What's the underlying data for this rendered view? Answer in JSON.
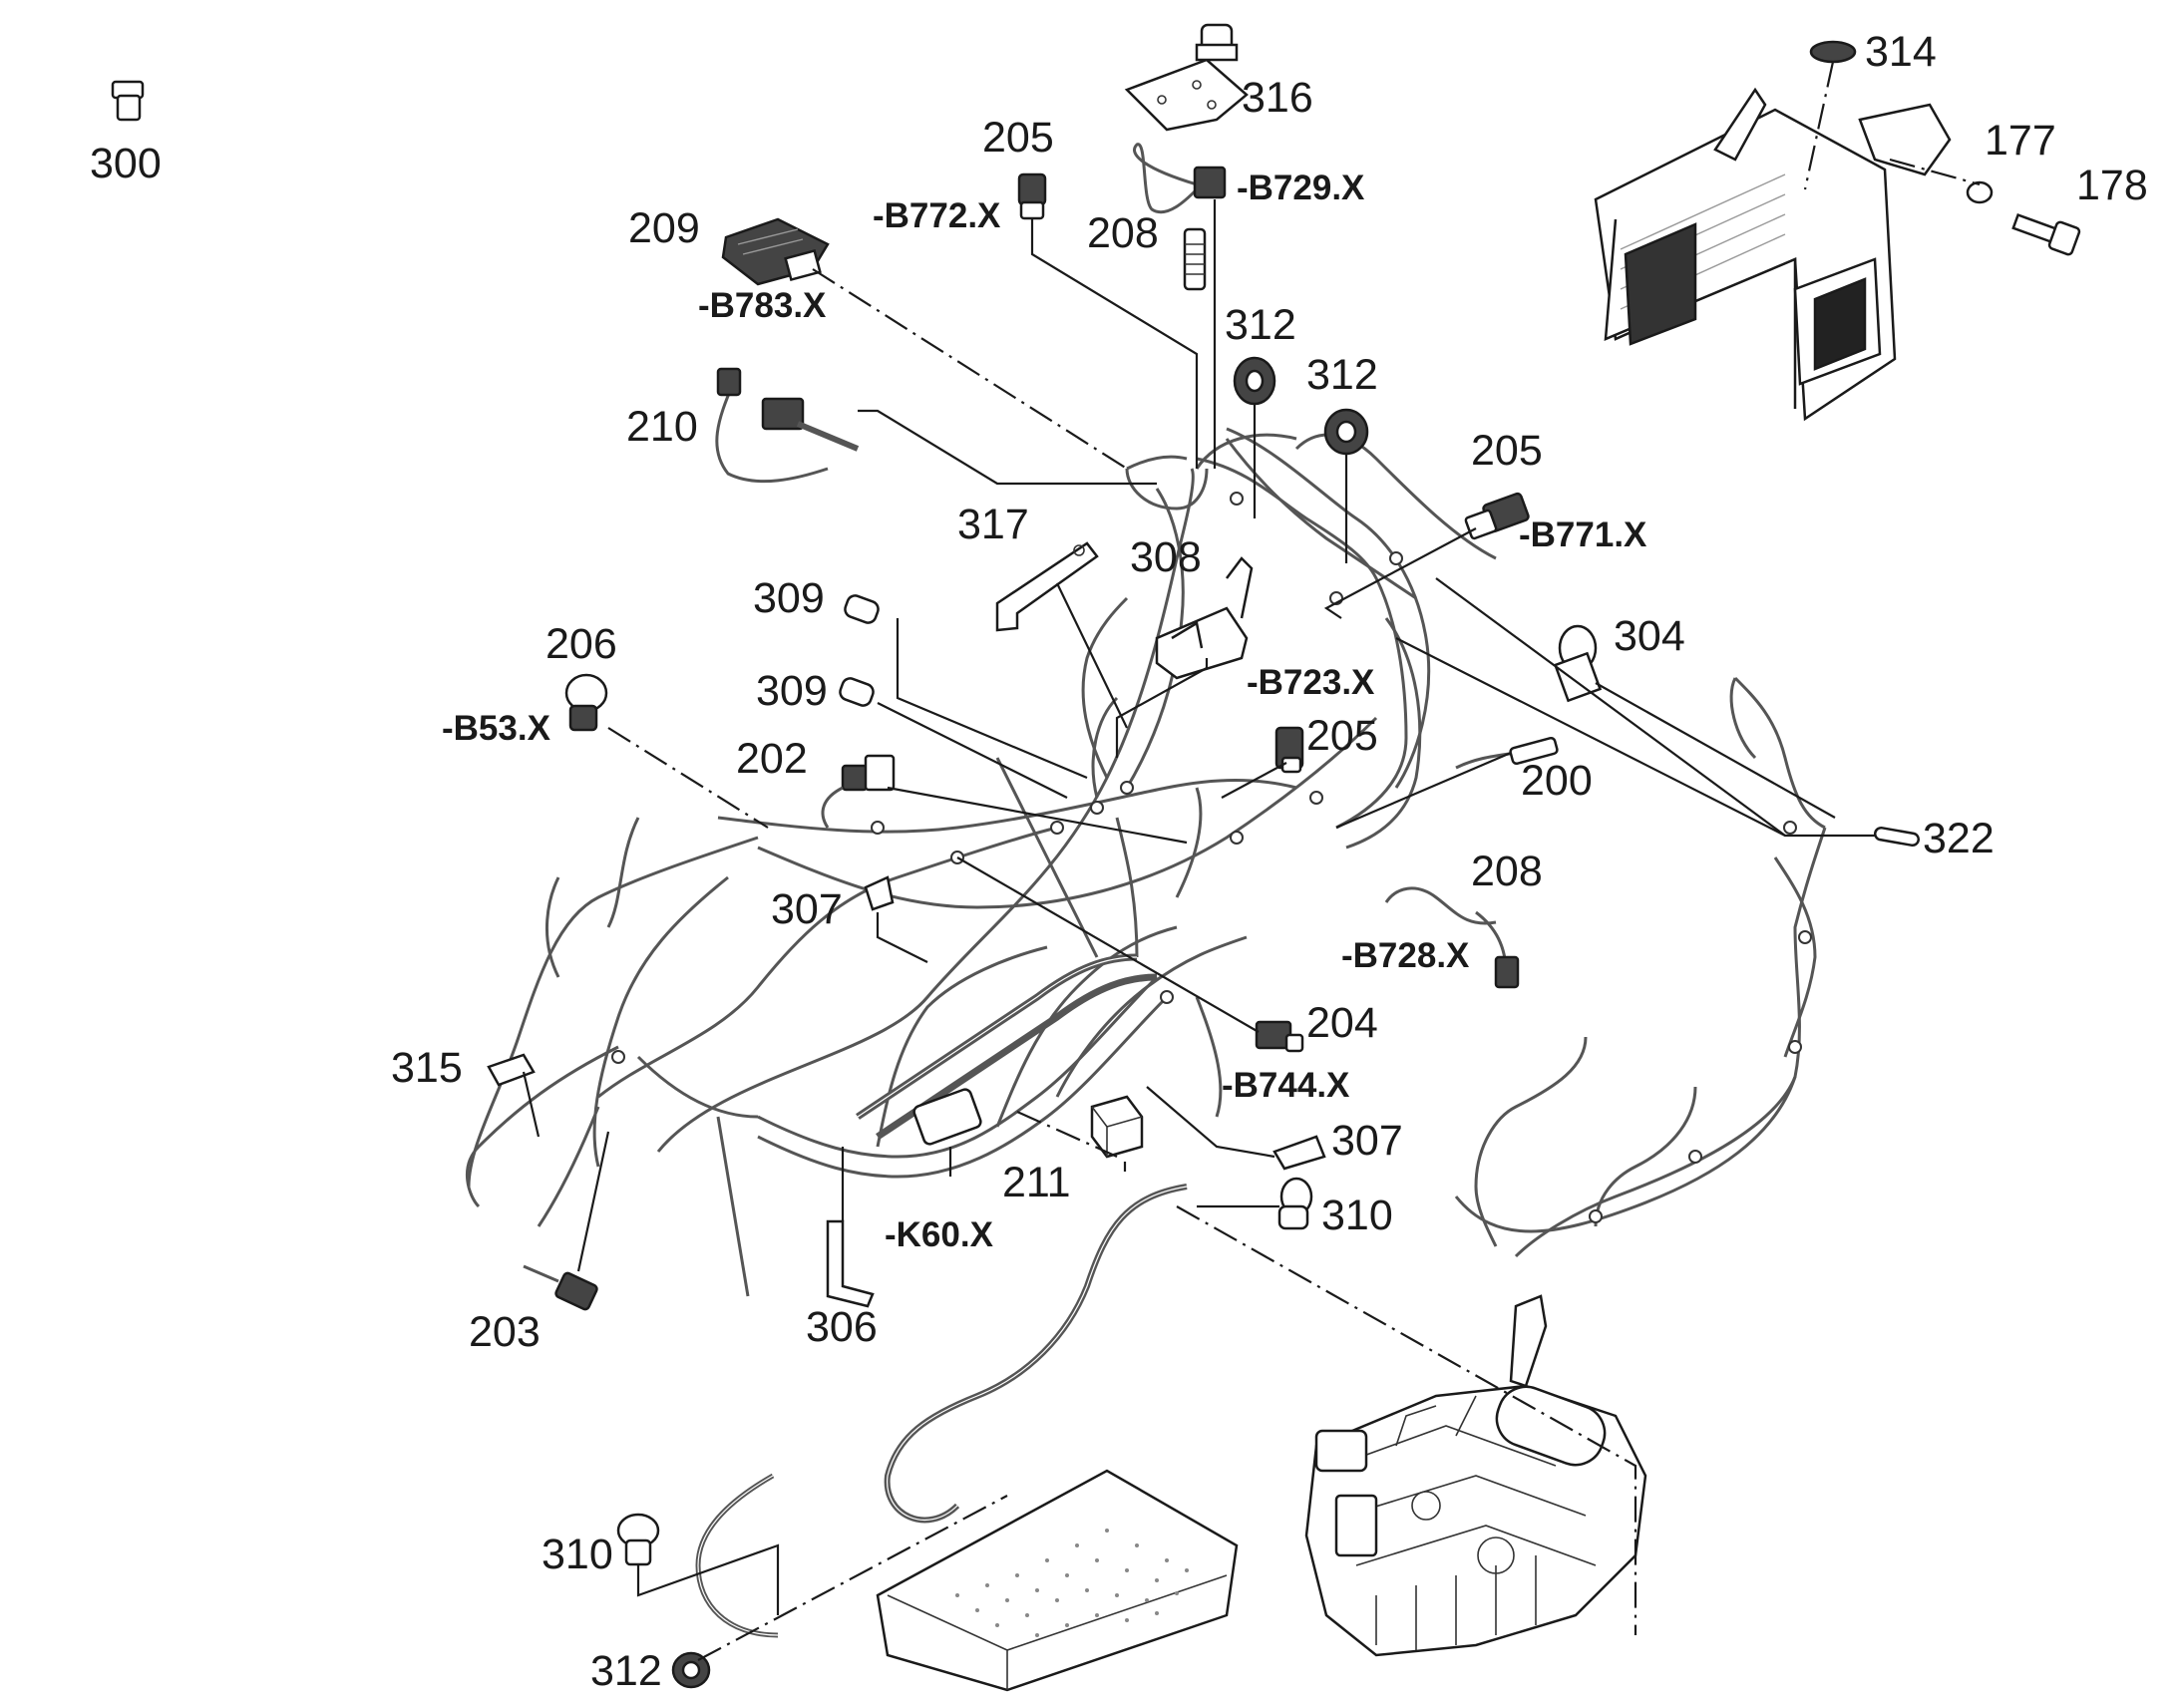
{
  "labels": {
    "l300": "300",
    "l316": "316",
    "l314": "314",
    "l205a": "205",
    "l177": "177",
    "l178": "178",
    "lB772": "-B772.X",
    "lB729": "-B729.X",
    "l208a": "208",
    "l209": "209",
    "lB783": "-B783.X",
    "l312a": "312",
    "l312b": "312",
    "l210": "210",
    "l205b": "205",
    "lB771": "-B771.X",
    "l317": "317",
    "l308": "308",
    "l309a": "309",
    "l304": "304",
    "l206": "206",
    "lB723": "-B723.X",
    "l309b": "309",
    "lB53": "-B53.X",
    "l205c": "205",
    "l202": "202",
    "l200": "200",
    "l322": "322",
    "l208b": "208",
    "l307a": "307",
    "lB728": "-B728.X",
    "l204": "204",
    "l315": "315",
    "lB744": "-B744.X",
    "l307b": "307",
    "l211": "211",
    "l310a": "310",
    "lK60": "-K60.X",
    "l203": "203",
    "l306": "306",
    "l310b": "310",
    "l312c": "312"
  },
  "icons": {
    "harness": "wiring-harness-icon",
    "cab": "cab-panel-icon",
    "engine": "engine-assembly-icon",
    "battery": "battery-box-icon"
  }
}
